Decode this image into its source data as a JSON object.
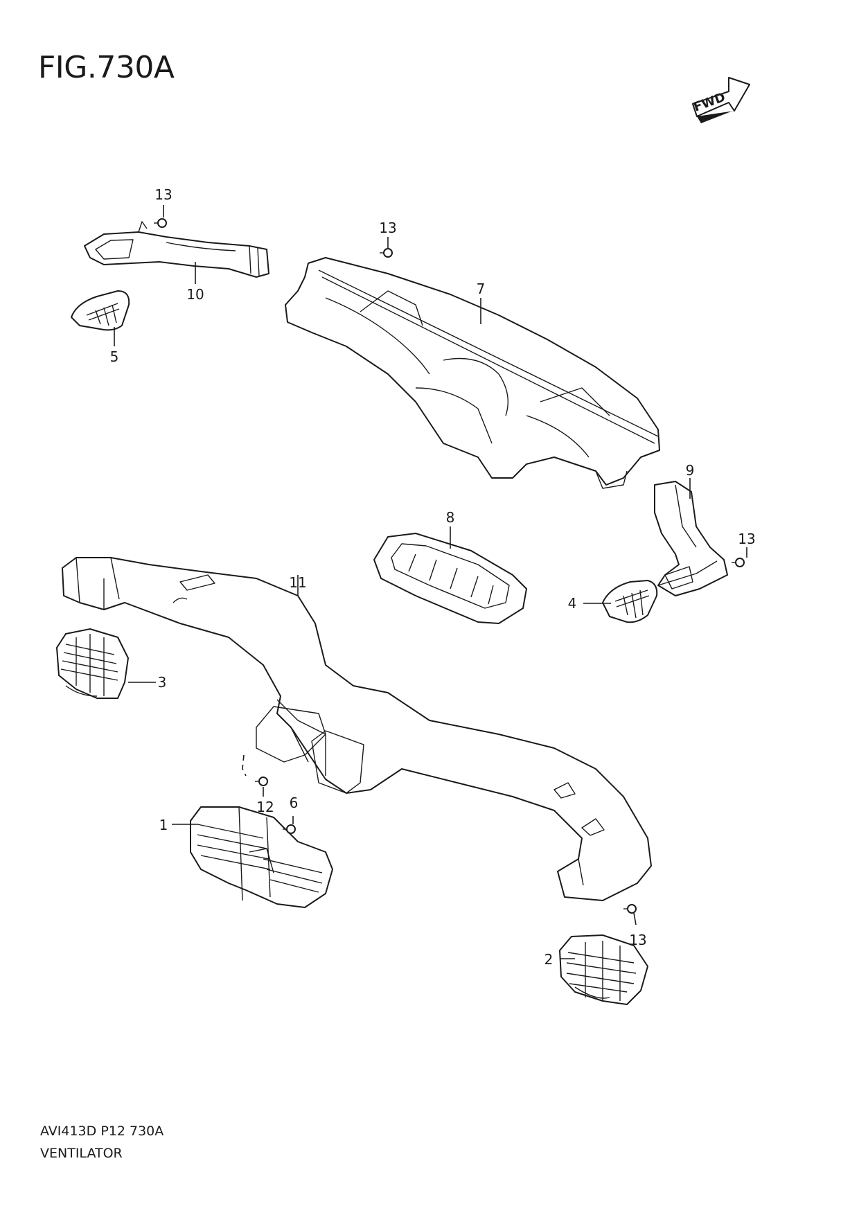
{
  "figure": {
    "title": "FIG.730A"
  },
  "fwd_label": "FWD",
  "footer": {
    "code": "AVI413D P12 730A",
    "name": "VENTILATOR"
  },
  "callouts": {
    "c1": "1",
    "c2": "2",
    "c3": "3",
    "c4": "4",
    "c5": "5",
    "c6": "6",
    "c7": "7",
    "c8": "8",
    "c9": "9",
    "c10": "10",
    "c11": "11",
    "c12": "12",
    "c13a": "13",
    "c13b": "13",
    "c13c": "13",
    "c13d": "13"
  }
}
